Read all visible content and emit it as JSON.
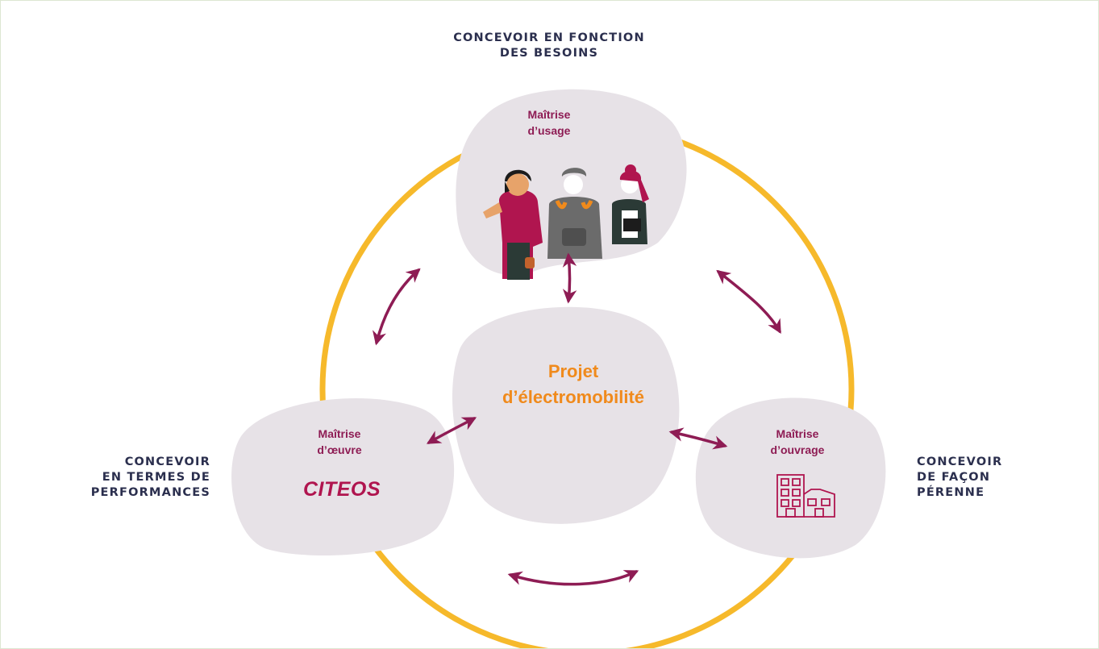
{
  "colors": {
    "ring": "#f6b92b",
    "bubble": "#e7e2e7",
    "arrow": "#8e1c54",
    "role_text": "#8e1c54",
    "center_text": "#f08a1c",
    "caption_text": "#2b2f4e",
    "logo": "#b0154f"
  },
  "captions": {
    "top": [
      "CONCEVOIR EN FONCTION",
      "DES BESOINS"
    ],
    "left": [
      "CONCEVOIR",
      "EN TERMES DE",
      "PERFORMANCES"
    ],
    "right": [
      "CONCEVOIR",
      "DE FAÇON",
      "PÉRENNE"
    ]
  },
  "roles": {
    "usage": [
      "Maîtrise",
      "d’usage"
    ],
    "oeuvre": [
      "Maîtrise",
      "d’œuvre"
    ],
    "ouvrage": [
      "Maîtrise",
      "d’ouvrage"
    ]
  },
  "center": [
    "Projet",
    "d’électromobilité"
  ],
  "logo": "CITEOS",
  "icons": {
    "people": "three-people-illustration",
    "buildings": "buildings-icon",
    "arrows": "double-headed-arrow"
  }
}
